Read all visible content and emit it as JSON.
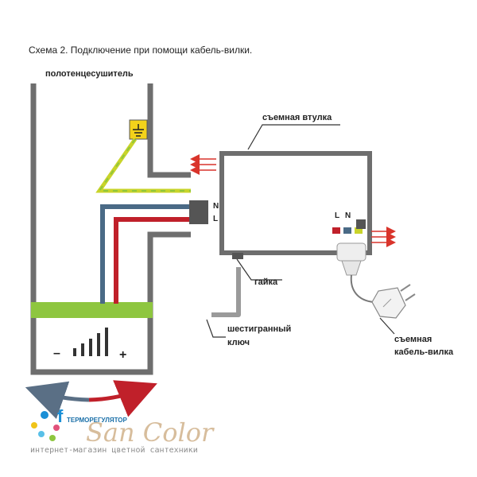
{
  "diagram": {
    "title": "Схема 2.  Подключение при помощи кабель-вилки.",
    "labels": {
      "towel_dryer": "полотенцесушитель",
      "removable_sleeve": "съемная втулка",
      "nut": "гайка",
      "hex_key_line1": "шестигранный",
      "hex_key_line2": "ключ",
      "plug_line1": "съемная",
      "plug_line2": "кабель-вилка",
      "terminal_n_left": "N",
      "terminal_l_left": "L",
      "terminal_l_right": "L",
      "terminal_n_right": "N",
      "minus_sign": "–",
      "plus_sign": "+"
    },
    "wire_colors": {
      "earth": "#c9d42a",
      "neutral": "#4a6a86",
      "phase": "#c0202a",
      "heat_band": "#8ec63f",
      "frame": "#6e6e6e",
      "arrow": "#d9342b"
    }
  },
  "watermark": {
    "logo_small": "ТЕРМОРЕГУЛЯТОР",
    "brand": "San Color",
    "tagline": "интернет-магазин цветной сантехники",
    "colors": {
      "brand": "#d7bd9c",
      "tagline": "#8c8c8c",
      "mark": "#1a8fd6"
    }
  }
}
